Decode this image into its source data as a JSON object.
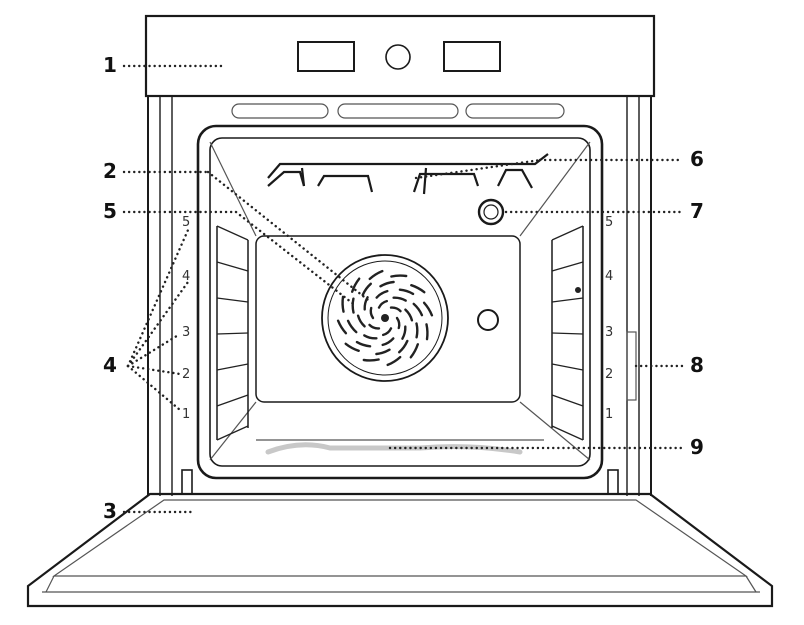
{
  "diagram": {
    "callouts": {
      "control_panel": "1",
      "grill_heating_element": "2",
      "drip_tray": "3",
      "shelf_guides": "4",
      "rear_fan": "5",
      "top_heating_element": "6",
      "lamp": "7",
      "door_switch": "8",
      "bottom_heating_element": "9"
    },
    "left_shelf_levels": [
      "5",
      "4",
      "3",
      "2",
      "1"
    ],
    "right_shelf_levels": [
      "5",
      "4",
      "3",
      "2",
      "1"
    ]
  }
}
